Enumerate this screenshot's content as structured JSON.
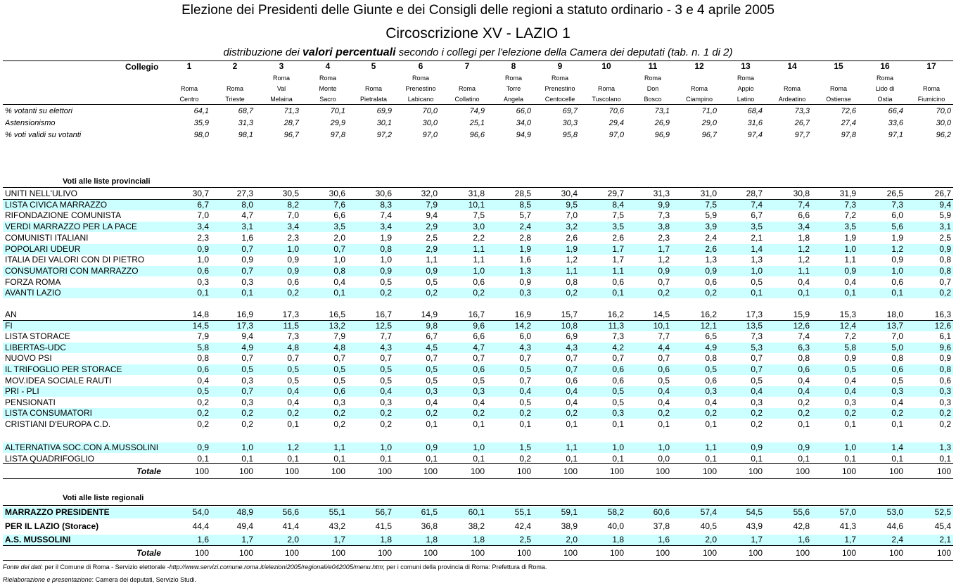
{
  "title": "Elezione dei Presidenti delle Giunte e dei Consigli delle regioni a statuto ordinario - 3 e 4 aprile 2005",
  "subtitle": "Circoscrizione XV - LAZIO 1",
  "caption": {
    "pre": "distribuzione dei",
    "bold": "valori percentuali",
    "post": "secondo i collegi per l'elezione della Camera dei deputati (tab. n. 1 di 2)"
  },
  "collegio_label": "Collegio",
  "columns": [
    {
      "num": "1",
      "name": [
        "",
        "Roma",
        "Centro"
      ]
    },
    {
      "num": "2",
      "name": [
        "",
        "Roma",
        "Trieste"
      ]
    },
    {
      "num": "3",
      "name": [
        "Roma",
        "Val",
        "Melaina"
      ]
    },
    {
      "num": "4",
      "name": [
        "Roma",
        "Monte",
        "Sacro"
      ]
    },
    {
      "num": "5",
      "name": [
        "",
        "Roma",
        "Pietralata"
      ]
    },
    {
      "num": "6",
      "name": [
        "Roma",
        "Prenestino",
        "Labicano"
      ]
    },
    {
      "num": "7",
      "name": [
        "",
        "Roma",
        "Collatino"
      ]
    },
    {
      "num": "8",
      "name": [
        "Roma",
        "Torre",
        "Angela"
      ]
    },
    {
      "num": "9",
      "name": [
        "Roma",
        "Prenestino",
        "Centocelle"
      ]
    },
    {
      "num": "10",
      "name": [
        "",
        "Roma",
        "Tuscolano"
      ]
    },
    {
      "num": "11",
      "name": [
        "Roma",
        "Don",
        "Bosco"
      ]
    },
    {
      "num": "12",
      "name": [
        "",
        "Roma",
        "Ciampino"
      ]
    },
    {
      "num": "13",
      "name": [
        "Roma",
        "Appio",
        "Latino"
      ]
    },
    {
      "num": "14",
      "name": [
        "",
        "Roma",
        "Ardeatino"
      ]
    },
    {
      "num": "15",
      "name": [
        "",
        "Roma",
        "Ostiense"
      ]
    },
    {
      "num": "16",
      "name": [
        "Roma",
        "Lido di",
        "Ostia"
      ]
    },
    {
      "num": "17",
      "name": [
        "",
        "Roma",
        "Fiumicino"
      ]
    }
  ],
  "stats": [
    {
      "label": "% votanti su elettori",
      "values": [
        "64,1",
        "68,7",
        "71,3",
        "70,1",
        "69,9",
        "70,0",
        "74,9",
        "66,0",
        "69,7",
        "70,6",
        "73,1",
        "71,0",
        "68,4",
        "73,3",
        "72,6",
        "66,4",
        "70,0"
      ]
    },
    {
      "label": "Astensionismo",
      "values": [
        "35,9",
        "31,3",
        "28,7",
        "29,9",
        "30,1",
        "30,0",
        "25,1",
        "34,0",
        "30,3",
        "29,4",
        "26,9",
        "29,0",
        "31,6",
        "26,7",
        "27,4",
        "33,6",
        "30,0"
      ]
    },
    {
      "label": "% voti validi su votanti",
      "values": [
        "98,0",
        "98,1",
        "96,7",
        "97,8",
        "97,2",
        "97,0",
        "96,6",
        "94,9",
        "95,8",
        "97,0",
        "96,9",
        "96,7",
        "97,4",
        "97,7",
        "97,8",
        "97,1",
        "96,2"
      ]
    }
  ],
  "section_prov": "Voti alle liste provinciali",
  "prov_group1": [
    {
      "label": "UNITI NELL'ULIVO",
      "values": [
        "30,7",
        "27,3",
        "30,5",
        "30,6",
        "30,6",
        "32,0",
        "31,8",
        "28,5",
        "30,4",
        "29,7",
        "31,3",
        "31,0",
        "28,7",
        "30,8",
        "31,9",
        "26,5",
        "26,7"
      ]
    },
    {
      "label": "LISTA CIVICA MARRAZZO",
      "values": [
        "6,7",
        "8,0",
        "8,2",
        "7,6",
        "8,3",
        "7,9",
        "10,1",
        "8,5",
        "9,5",
        "8,4",
        "9,9",
        "7,5",
        "7,4",
        "7,4",
        "7,3",
        "7,3",
        "9,4"
      ]
    },
    {
      "label": "RIFONDAZIONE COMUNISTA",
      "values": [
        "7,0",
        "4,7",
        "7,0",
        "6,6",
        "7,4",
        "9,4",
        "7,5",
        "5,7",
        "7,0",
        "7,5",
        "7,3",
        "5,9",
        "6,7",
        "6,6",
        "7,2",
        "6,0",
        "5,9"
      ]
    },
    {
      "label": "VERDI MARRAZZO PER LA PACE",
      "values": [
        "3,4",
        "3,1",
        "3,4",
        "3,5",
        "3,4",
        "2,9",
        "3,0",
        "2,4",
        "3,2",
        "3,5",
        "3,8",
        "3,9",
        "3,5",
        "3,4",
        "3,5",
        "5,6",
        "3,1"
      ]
    },
    {
      "label": "COMUNISTI ITALIANI",
      "values": [
        "2,3",
        "1,6",
        "2,3",
        "2,0",
        "1,9",
        "2,5",
        "2,2",
        "2,8",
        "2,6",
        "2,6",
        "2,3",
        "2,4",
        "2,1",
        "1,8",
        "1,9",
        "1,9",
        "2,5"
      ]
    },
    {
      "label": "POPOLARI UDEUR",
      "values": [
        "0,9",
        "0,7",
        "1,0",
        "0,7",
        "0,8",
        "2,9",
        "1,1",
        "1,9",
        "1,9",
        "1,7",
        "1,7",
        "2,6",
        "1,4",
        "1,2",
        "1,0",
        "1,2",
        "0,9"
      ]
    },
    {
      "label": "ITALIA DEI VALORI CON DI PIETRO",
      "values": [
        "1,0",
        "0,9",
        "0,9",
        "1,0",
        "1,0",
        "1,1",
        "1,1",
        "1,6",
        "1,2",
        "1,7",
        "1,2",
        "1,3",
        "1,3",
        "1,2",
        "1,1",
        "0,9",
        "0,8"
      ]
    },
    {
      "label": "CONSUMATORI CON MARRAZZO",
      "values": [
        "0,6",
        "0,7",
        "0,9",
        "0,8",
        "0,9",
        "0,9",
        "1,0",
        "1,3",
        "1,1",
        "1,1",
        "0,9",
        "0,9",
        "1,0",
        "1,1",
        "0,9",
        "1,0",
        "0,8"
      ]
    },
    {
      "label": "FORZA ROMA",
      "values": [
        "0,3",
        "0,3",
        "0,6",
        "0,4",
        "0,5",
        "0,5",
        "0,6",
        "0,9",
        "0,8",
        "0,6",
        "0,7",
        "0,6",
        "0,5",
        "0,4",
        "0,4",
        "0,6",
        "0,7"
      ]
    },
    {
      "label": "AVANTI LAZIO",
      "values": [
        "0,1",
        "0,1",
        "0,2",
        "0,1",
        "0,2",
        "0,2",
        "0,2",
        "0,3",
        "0,2",
        "0,1",
        "0,2",
        "0,2",
        "0,1",
        "0,1",
        "0,1",
        "0,1",
        "0,2"
      ]
    }
  ],
  "prov_group2": [
    {
      "label": "AN",
      "values": [
        "14,8",
        "16,9",
        "17,3",
        "16,5",
        "16,7",
        "14,9",
        "16,7",
        "16,9",
        "15,7",
        "16,2",
        "14,5",
        "16,2",
        "17,3",
        "15,9",
        "15,3",
        "18,0",
        "16,3"
      ]
    },
    {
      "label": "FI",
      "values": [
        "14,5",
        "17,3",
        "11,5",
        "13,2",
        "12,5",
        "9,8",
        "9,6",
        "14,2",
        "10,8",
        "11,3",
        "10,1",
        "12,1",
        "13,5",
        "12,6",
        "12,4",
        "13,7",
        "12,6"
      ]
    },
    {
      "label": "LISTA STORACE",
      "values": [
        "7,9",
        "9,4",
        "7,3",
        "7,9",
        "7,7",
        "6,7",
        "6,6",
        "6,0",
        "6,9",
        "7,3",
        "7,7",
        "6,5",
        "7,3",
        "7,4",
        "7,2",
        "7,0",
        "6,1"
      ]
    },
    {
      "label": "LIBERTAS-UDC",
      "values": [
        "5,8",
        "4,9",
        "4,8",
        "4,8",
        "4,3",
        "4,5",
        "4,7",
        "4,3",
        "4,3",
        "4,2",
        "4,4",
        "4,9",
        "5,3",
        "6,3",
        "5,8",
        "5,0",
        "9,6"
      ]
    },
    {
      "label": "NUOVO PSI",
      "values": [
        "0,8",
        "0,7",
        "0,7",
        "0,7",
        "0,7",
        "0,7",
        "0,7",
        "0,7",
        "0,7",
        "0,7",
        "0,7",
        "0,8",
        "0,7",
        "0,8",
        "0,9",
        "0,8",
        "0,9"
      ]
    },
    {
      "label": "IL TRIFOGLIO PER STORACE",
      "values": [
        "0,6",
        "0,5",
        "0,5",
        "0,5",
        "0,5",
        "0,5",
        "0,6",
        "0,5",
        "0,7",
        "0,6",
        "0,6",
        "0,5",
        "0,7",
        "0,6",
        "0,5",
        "0,6",
        "0,8"
      ]
    },
    {
      "label": "MOV.IDEA SOCIALE RAUTI",
      "values": [
        "0,4",
        "0,3",
        "0,5",
        "0,5",
        "0,5",
        "0,5",
        "0,5",
        "0,7",
        "0,6",
        "0,6",
        "0,5",
        "0,6",
        "0,5",
        "0,4",
        "0,4",
        "0,5",
        "0,6"
      ]
    },
    {
      "label": "PRI - PLI",
      "values": [
        "0,5",
        "0,7",
        "0,4",
        "0,6",
        "0,4",
        "0,3",
        "0,3",
        "0,4",
        "0,4",
        "0,5",
        "0,4",
        "0,3",
        "0,4",
        "0,4",
        "0,4",
        "0,3",
        "0,3"
      ]
    },
    {
      "label": "PENSIONATI",
      "values": [
        "0,2",
        "0,3",
        "0,4",
        "0,3",
        "0,3",
        "0,4",
        "0,4",
        "0,5",
        "0,4",
        "0,5",
        "0,4",
        "0,4",
        "0,3",
        "0,2",
        "0,3",
        "0,4",
        "0,3"
      ]
    },
    {
      "label": "LISTA CONSUMATORI",
      "values": [
        "0,2",
        "0,2",
        "0,2",
        "0,2",
        "0,2",
        "0,2",
        "0,2",
        "0,2",
        "0,2",
        "0,3",
        "0,2",
        "0,2",
        "0,2",
        "0,2",
        "0,2",
        "0,2",
        "0,2"
      ]
    },
    {
      "label": "CRISTIANI D'EUROPA C.D.",
      "values": [
        "0,2",
        "0,2",
        "0,1",
        "0,2",
        "0,2",
        "0,1",
        "0,1",
        "0,1",
        "0,1",
        "0,1",
        "0,1",
        "0,1",
        "0,2",
        "0,1",
        "0,1",
        "0,1",
        "0,2"
      ]
    }
  ],
  "prov_group3": [
    {
      "label": "ALTERNATIVA SOC.CON A.MUSSOLINI",
      "values": [
        "0,9",
        "1,0",
        "1,2",
        "1,1",
        "1,0",
        "0,9",
        "1,0",
        "1,5",
        "1,1",
        "1,0",
        "1,0",
        "1,1",
        "0,9",
        "0,9",
        "1,0",
        "1,4",
        "1,3"
      ]
    },
    {
      "label": "LISTA QUADRIFOGLIO",
      "values": [
        "0,1",
        "0,1",
        "0,1",
        "0,1",
        "0,1",
        "0,1",
        "0,1",
        "0,2",
        "0,1",
        "0,1",
        "0,0",
        "0,1",
        "0,1",
        "0,1",
        "0,1",
        "0,1",
        "0,1"
      ]
    }
  ],
  "total_row": {
    "label": "Totale",
    "values": [
      "100",
      "100",
      "100",
      "100",
      "100",
      "100",
      "100",
      "100",
      "100",
      "100",
      "100",
      "100",
      "100",
      "100",
      "100",
      "100",
      "100"
    ]
  },
  "section_reg": "Voti alle liste regionali",
  "reg_rows": [
    {
      "label": "MARRAZZO PRESIDENTE",
      "values": [
        "54,0",
        "48,9",
        "56,6",
        "55,1",
        "56,7",
        "61,5",
        "60,1",
        "55,1",
        "59,1",
        "58,2",
        "60,6",
        "57,4",
        "54,5",
        "55,6",
        "57,0",
        "53,0",
        "52,5"
      ]
    },
    {
      "label": "PER IL LAZIO (Storace)",
      "values": [
        "44,4",
        "49,4",
        "41,4",
        "43,2",
        "41,5",
        "36,8",
        "38,2",
        "42,4",
        "38,9",
        "40,0",
        "37,8",
        "40,5",
        "43,9",
        "42,8",
        "41,3",
        "44,6",
        "45,4"
      ]
    },
    {
      "label": "A.S. MUSSOLINI",
      "values": [
        "1,6",
        "1,7",
        "2,0",
        "1,7",
        "1,8",
        "1,8",
        "1,8",
        "2,5",
        "2,0",
        "1,8",
        "1,6",
        "2,0",
        "1,7",
        "1,6",
        "1,7",
        "2,4",
        "2,1"
      ]
    }
  ],
  "footer": {
    "line1_label": "Fonte dei dati",
    "line1_a": ": per il Comune di Roma - Servizio elettorale -",
    "line1_url": "http://www.servizi.comune.roma.it/elezioni2005/regionali/e042005/menu.htm",
    "line1_b": "; per i comuni della provincia di Roma: Prefettura di Roma.",
    "line2_label": "Rielaborazione e presentazione",
    "line2_text": ": Camera dei deputati, Servizio Studi."
  }
}
